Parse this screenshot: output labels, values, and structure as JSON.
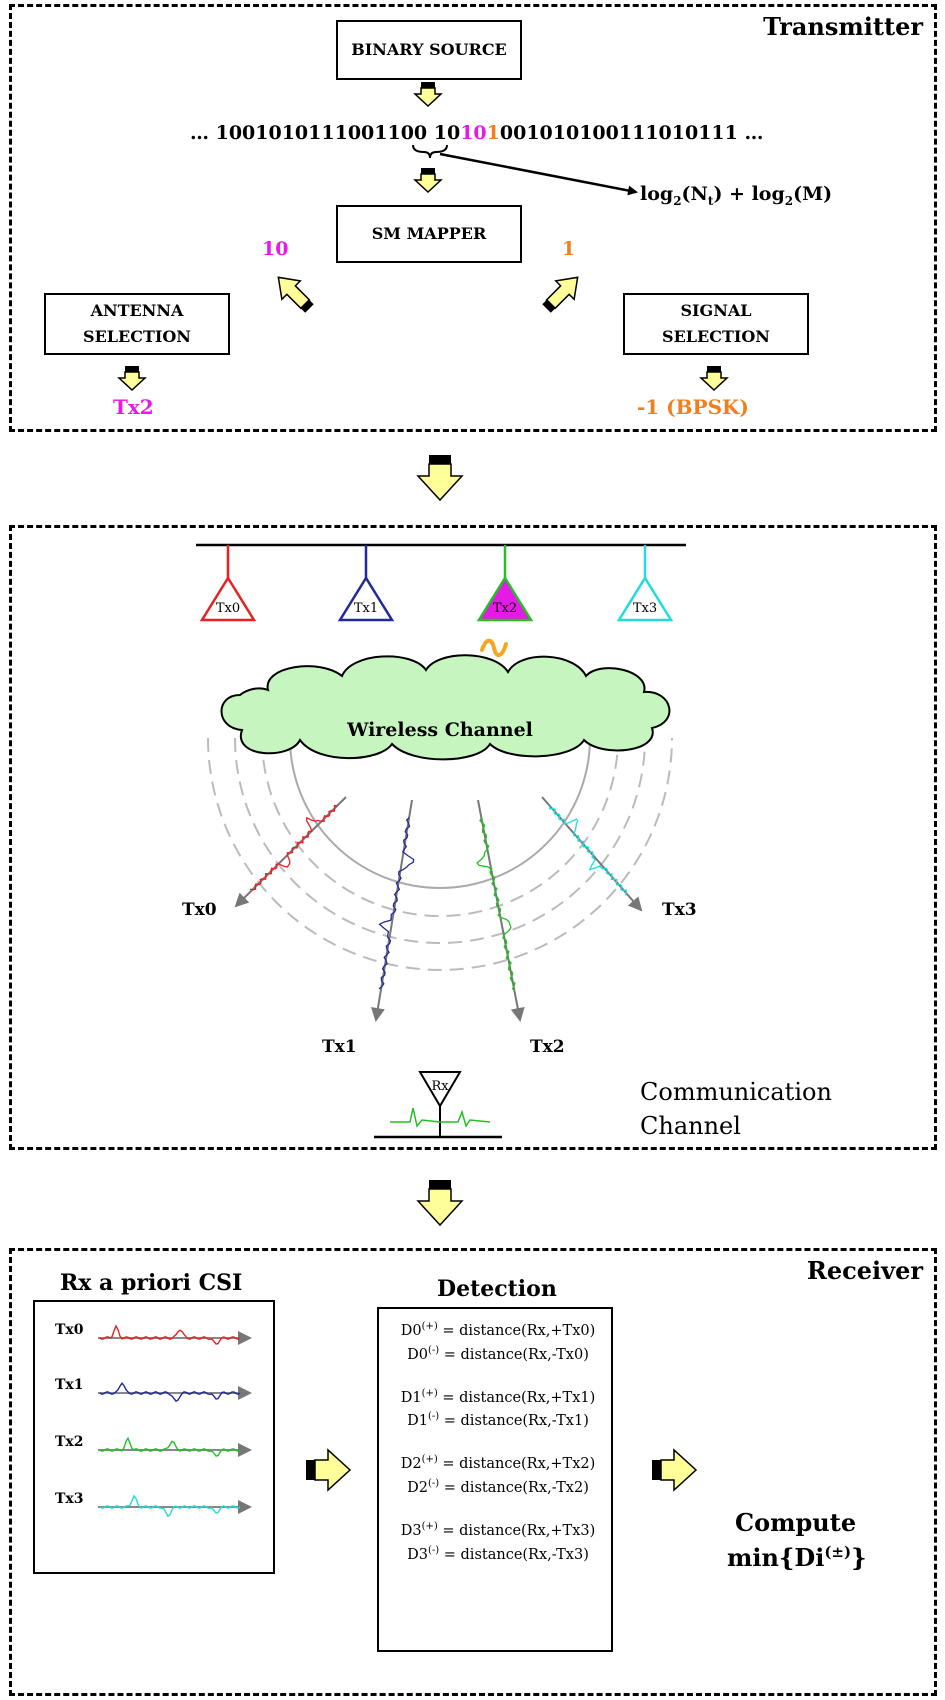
{
  "transmitter": {
    "title": "Transmitter",
    "binary_source": "BINARY SOURCE",
    "bits_prefix": "… 1001010111001100 10",
    "bits_antenna": "10",
    "bits_signal": "1",
    "bits_suffix": "001010100111010111 …",
    "sm_mapper": "SM MAPPER",
    "antenna_bits": "10",
    "signal_bits": "1",
    "antenna_selection_line1": "ANTENNA",
    "antenna_selection_line2": "SELECTION",
    "signal_selection_line1": "SIGNAL",
    "signal_selection_line2": "SELECTION",
    "antenna_result": "Tx2",
    "signal_result": "-1 (BPSK)",
    "formula": {
      "a": "log",
      "a_sub": "2",
      "b": "(N",
      "b_sub": "t",
      "c": ") + log",
      "c_sub": "2",
      "d": "(M)"
    }
  },
  "channel": {
    "title_line1": "Communication",
    "title_line2": "Channel",
    "cloud_label": "Wireless Channel",
    "antennas": [
      "Tx0",
      "Tx1",
      "Tx2",
      "Tx3"
    ],
    "path_labels": [
      "Tx0",
      "Tx1",
      "Tx2",
      "Tx3"
    ],
    "rx_label": "Rx"
  },
  "receiver": {
    "title": "Receiver",
    "csi_title": "Rx a priori CSI",
    "csi_rows": [
      "Tx0",
      "Tx1",
      "Tx2",
      "Tx3"
    ],
    "detection_title": "Detection",
    "detection_lines": [
      {
        "pre": "D0",
        "sup": "(+)",
        "post": " = distance(Rx,+Tx0)"
      },
      {
        "pre": "D0",
        "sup": "(-)",
        "post": " = distance(Rx,-Tx0)"
      },
      {
        "pre": "D1",
        "sup": "(+)",
        "post": " = distance(Rx,+Tx1)"
      },
      {
        "pre": "D1",
        "sup": "(-)",
        "post": " = distance(Rx,-Tx1)"
      },
      {
        "pre": "D2",
        "sup": "(+)",
        "post": " = distance(Rx,+Tx2)"
      },
      {
        "pre": "D2",
        "sup": "(-)",
        "post": " = distance(Rx,-Tx2)"
      },
      {
        "pre": "D3",
        "sup": "(+)",
        "post": " = distance(Rx,+Tx3)"
      },
      {
        "pre": "D3",
        "sup": "(-)",
        "post": " = distance(Rx,-Tx3)"
      }
    ],
    "compute_line1": "Compute",
    "compute_pre": "min{Di",
    "compute_sup": "(±)",
    "compute_post": "}"
  },
  "colors": {
    "magenta": "#e619e6",
    "orange": "#f07f1e",
    "tx0": "#e82020",
    "tx1": "#1f2a99",
    "tx2": "#22c022",
    "tx3": "#22dcdc",
    "arrow_fill": "#ffff99",
    "cloud_fill": "#c6f5c0"
  }
}
